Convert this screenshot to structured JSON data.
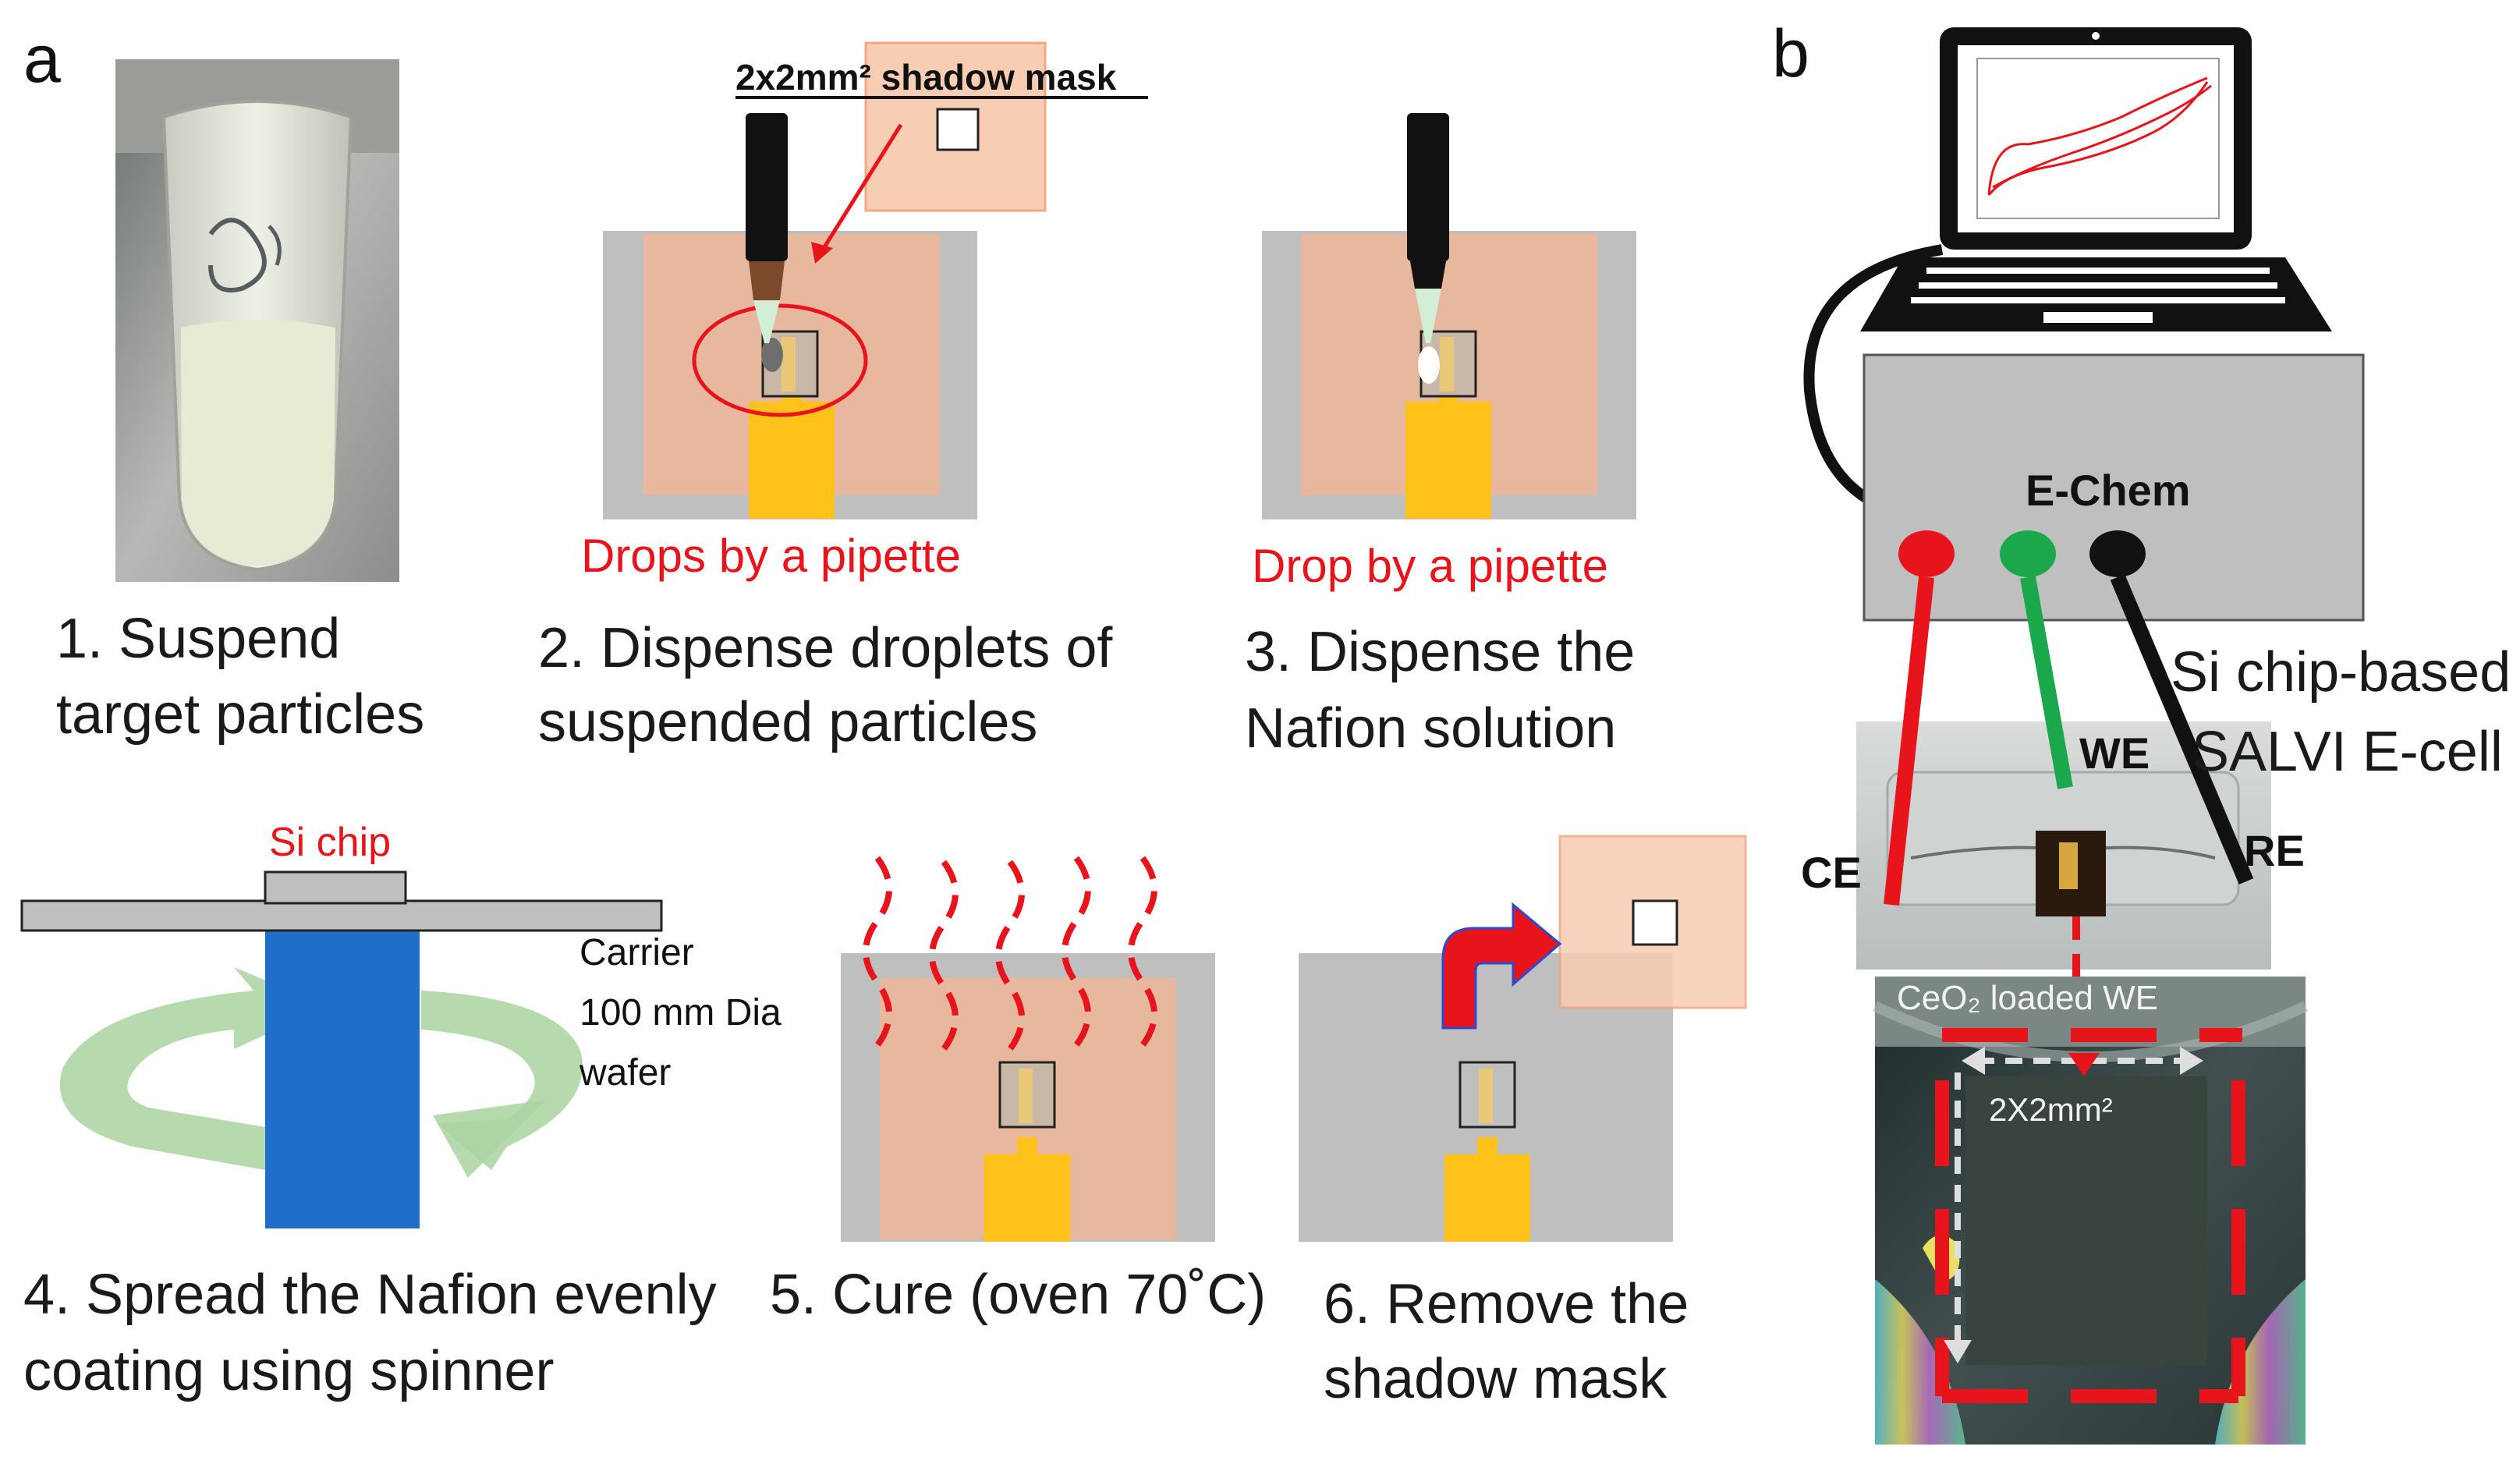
{
  "panels": {
    "a": "a",
    "b": "b"
  },
  "steps": {
    "s1": {
      "line1": "1. Suspend",
      "line2": "target particles"
    },
    "s2": {
      "line1": "2. Dispense droplets of",
      "line2": "suspended particles"
    },
    "s3": {
      "line1": "3. Dispense the",
      "line2": "Nafion solution"
    },
    "s4": {
      "line1": "4. Spread the Nafion evenly",
      "line2": "coating using spinner"
    },
    "s5": {
      "line1": "5. Cure (oven 70˚C)"
    },
    "s6": {
      "line1": "6. Remove the",
      "line2": "shadow mask"
    }
  },
  "labels": {
    "shadow_mask": "2x2mm² shadow mask",
    "drops_by_pipette": "Drops by a pipette",
    "drop_by_pipette": "Drop by a pipette",
    "si_chip": "Si chip",
    "carrier_l1": "Carrier",
    "carrier_l2": "100 mm Dia",
    "carrier_l3": "wafer",
    "echem": "E-Chem",
    "we": "WE",
    "ce": "CE",
    "re": "RE",
    "cell_l1": "Si chip-based",
    "cell_l2": "SALVI E-cell",
    "ceo2_loaded": "CeO₂ loaded WE",
    "area": "2X2mm²"
  },
  "colors": {
    "mask": "#f7cdb3",
    "chip_gray": "#bfbfbf",
    "pad_yellow": "#ffc21a",
    "red": "#e8141c",
    "green": "#1aa84a",
    "spinner_blue": "#1f6fc8",
    "arrow_green": "#a9d4a0"
  },
  "icons": [
    "pipette-icon",
    "heat-wave-icon",
    "laptop-icon",
    "rotation-arrow-icon",
    "lift-arrow-icon"
  ]
}
